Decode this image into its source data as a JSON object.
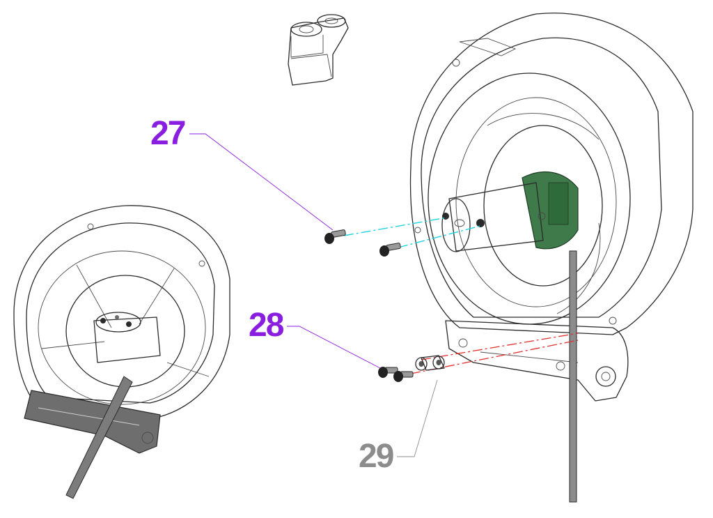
{
  "callouts": [
    {
      "id": "27",
      "label": "27",
      "color": "#8a1ee0"
    },
    {
      "id": "28",
      "label": "28",
      "color": "#8a1ee0"
    },
    {
      "id": "29",
      "label": "29",
      "color": "#8c8c8c"
    }
  ],
  "assembly_axis_colors": {
    "motor_screws": "#1fd3e0",
    "bracket_screws": "#e03030"
  }
}
